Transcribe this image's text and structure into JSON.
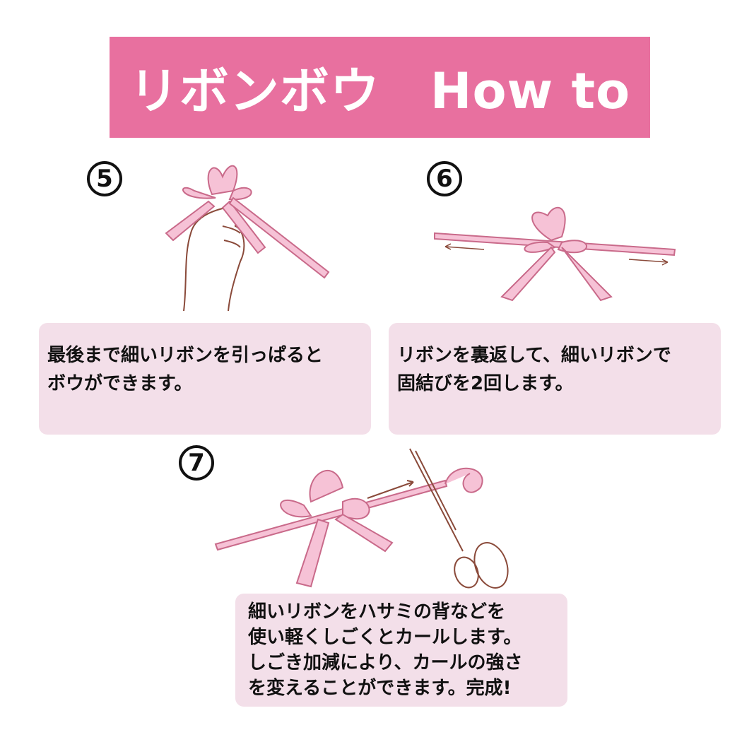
{
  "header": {
    "title": "リボンボウ　How to"
  },
  "steps": [
    {
      "number": "5",
      "text": "最後まで細いリボンを引っぱると\nボウができます。"
    },
    {
      "number": "6",
      "text": "リボンを裏返して、細いリボンで\n固結びを2回します。"
    },
    {
      "number": "7",
      "text": "細いリボンをハサミの背などを\n使い軽くしごくとカールします。\nしごき加減により、カールの強さ\nを変えることができます。完成!"
    }
  ],
  "colors": {
    "header_bg": "#e8709f",
    "box_bg": "#f3dfe9",
    "ribbon": "#f4b3cc",
    "outline": "#8a4a3a"
  }
}
